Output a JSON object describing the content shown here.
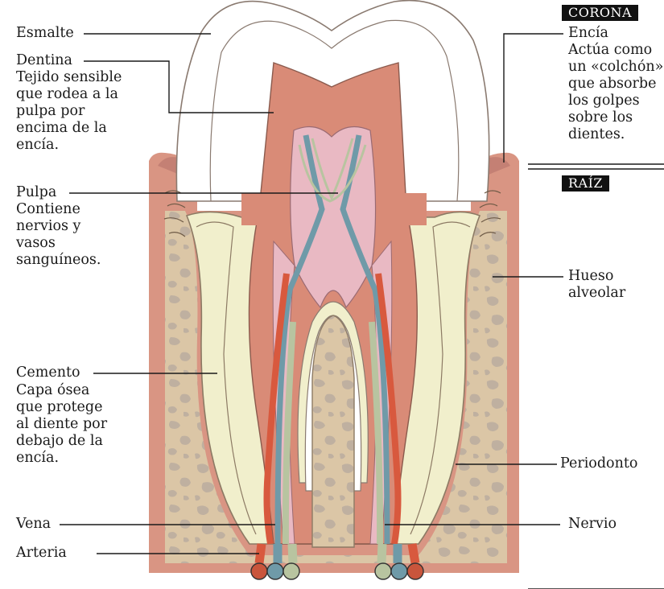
{
  "labels": {
    "esmalte": "Esmalte",
    "dentina": "Dentina",
    "dentina_desc": [
      "Tejido sensible",
      "que rodea a la",
      "pulpa por",
      "encima de la",
      "encía."
    ],
    "pulpa": "Pulpa",
    "pulpa_desc": [
      "Contiene",
      "nervios y",
      "vasos",
      "sanguíneos."
    ],
    "cemento": "Cemento",
    "cemento_desc": [
      "Capa ósea",
      "que protege",
      "al diente por",
      "debajo de la",
      "encía."
    ],
    "vena": "Vena",
    "arteria": "Arteria",
    "encia": "Encía",
    "encia_desc": [
      "Actúa como",
      "un «colchón»",
      "que absorbe",
      "los golpes",
      "sobre los",
      "dientes."
    ],
    "hueso": [
      "Hueso",
      "alveolar"
    ],
    "periodonto": "Periodonto",
    "nervio": "Nervio"
  },
  "sections": {
    "corona": "CORONA",
    "raiz": "RAÍZ"
  },
  "colors": {
    "gum": "#d99583",
    "bone": "#dbc6a6",
    "bone_spots": "#bfb0a0",
    "enamel": "#ffffff",
    "dentin": "#d98b77",
    "pulp": "#e9b9c3",
    "cementum": "#f1efcc",
    "vein": "#6f9aa8",
    "artery": "#d8593e",
    "nerve": "#b8c4a0"
  }
}
